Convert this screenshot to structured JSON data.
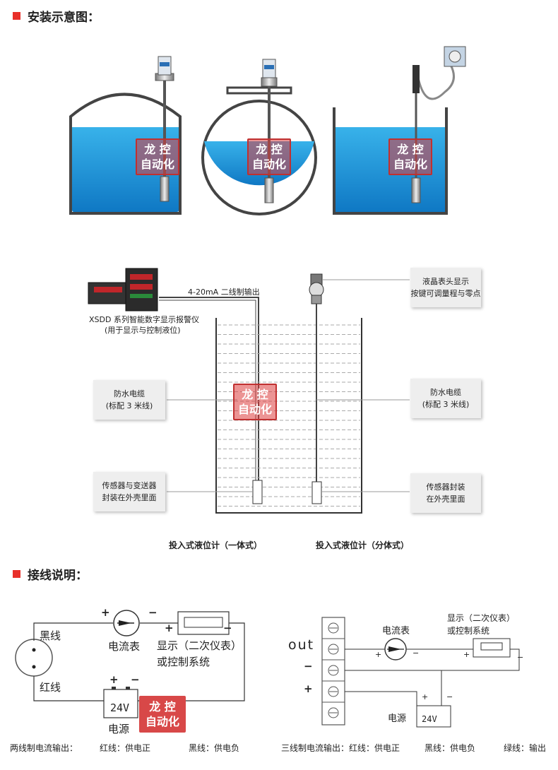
{
  "section1": {
    "title": "安装示意图："
  },
  "section2": {
    "title": "接线说明："
  },
  "stamp": {
    "line1": "龙 控",
    "line2": "自动化"
  },
  "diagram": {
    "signal_label": "4-20mA 二线制输出",
    "instrument_label_1": "XSDD 系列智能数字显示报警仪",
    "instrument_label_2": "(用于显示与控制液位)",
    "box_lcd": [
      "液晶表头显示",
      "按键可调量程与零点"
    ],
    "box_cable_left": [
      "防水电缆",
      "(标配 3 米线)"
    ],
    "box_cable_right": [
      "防水电缆",
      "(标配 3 米线)"
    ],
    "box_sensor_left": [
      "传感器与变送器",
      "封装在外壳里面"
    ],
    "box_sensor_right": [
      "传感器封装",
      "在外壳里面"
    ],
    "caption_left": "投入式液位计（一体式）",
    "caption_right": "投入式液位计（分体式）"
  },
  "wiring2": {
    "black": "黑线",
    "red": "红线",
    "ammeter": "电流表",
    "display_1": "显示（二次仪表）",
    "display_2": "或控制系统",
    "power_label": "电源",
    "voltage": "24V",
    "footer": [
      "两线制电流输出：",
      "红线：供电正",
      "黑线：供电负"
    ]
  },
  "wiring3": {
    "out": "out",
    "ammeter": "电流表",
    "display_1": "显示（二次仪表）",
    "display_2": "或控制系统",
    "power_label": "电源",
    "voltage": "24V",
    "footer": [
      "三线制电流输出：红线：供电正",
      "黑线：供电负",
      "绿线：输出"
    ]
  },
  "colors": {
    "accent": "#e8302a",
    "water": "#1d9ad8",
    "stamp": "#d84848"
  }
}
